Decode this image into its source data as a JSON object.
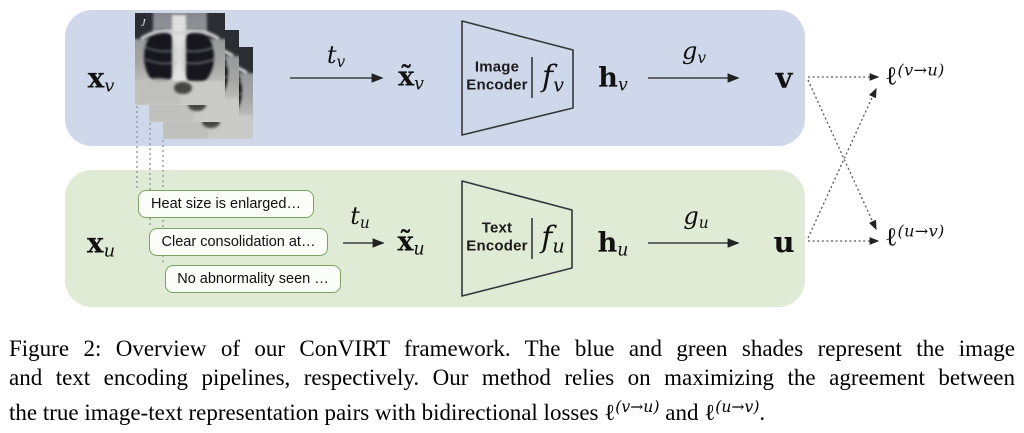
{
  "figure": {
    "panels": {
      "image_pipeline_bg": "#cfd8ea",
      "text_pipeline_bg": "#dfebd5",
      "snippet_border": "#79a45f"
    },
    "image_pipeline": {
      "input": {
        "base": "x",
        "sub": "v"
      },
      "xray_marker": "J",
      "aug_arrow": {
        "base": "t",
        "sub": "v"
      },
      "aug": {
        "base": "x̃",
        "sub": "v"
      },
      "encoder": {
        "line1": "Image",
        "line2": "Encoder",
        "fbase": "f",
        "fsub": "v"
      },
      "hidden": {
        "base": "h",
        "sub": "v"
      },
      "proj_arrow": {
        "base": "g",
        "sub": "v"
      },
      "output": "v"
    },
    "text_pipeline": {
      "input": {
        "base": "x",
        "sub": "u"
      },
      "snippets": [
        "Heat size is enlarged…",
        "Clear consolidation at…",
        "No abnormality seen …"
      ],
      "aug_arrow": {
        "base": "t",
        "sub": "u"
      },
      "aug": {
        "base": "x̃",
        "sub": "u"
      },
      "encoder": {
        "line1": "Text",
        "line2": "Encoder",
        "fbase": "f",
        "fsub": "u"
      },
      "hidden": {
        "base": "h",
        "sub": "u"
      },
      "proj_arrow": {
        "base": "g",
        "sub": "u"
      },
      "output": "u"
    },
    "losses": {
      "v2u": {
        "base": "ℓ",
        "sup": "(v→u)"
      },
      "u2v": {
        "base": "ℓ",
        "sup": "(u→v)"
      }
    }
  },
  "caption": {
    "line1": "Figure 2: Overview of our ConVIRT framework. The blue and green shades represent the image",
    "line2": "and text encoding pipelines, respectively. Our method relies on maximizing the agreement between",
    "line3_pre": "the true image-text representation pairs with bidirectional losses ",
    "loss1_base": "ℓ",
    "loss1_sup": "(v→u)",
    "line3_mid": " and ",
    "loss2_base": "ℓ",
    "loss2_sup": "(u→v)",
    "line3_end": "."
  }
}
